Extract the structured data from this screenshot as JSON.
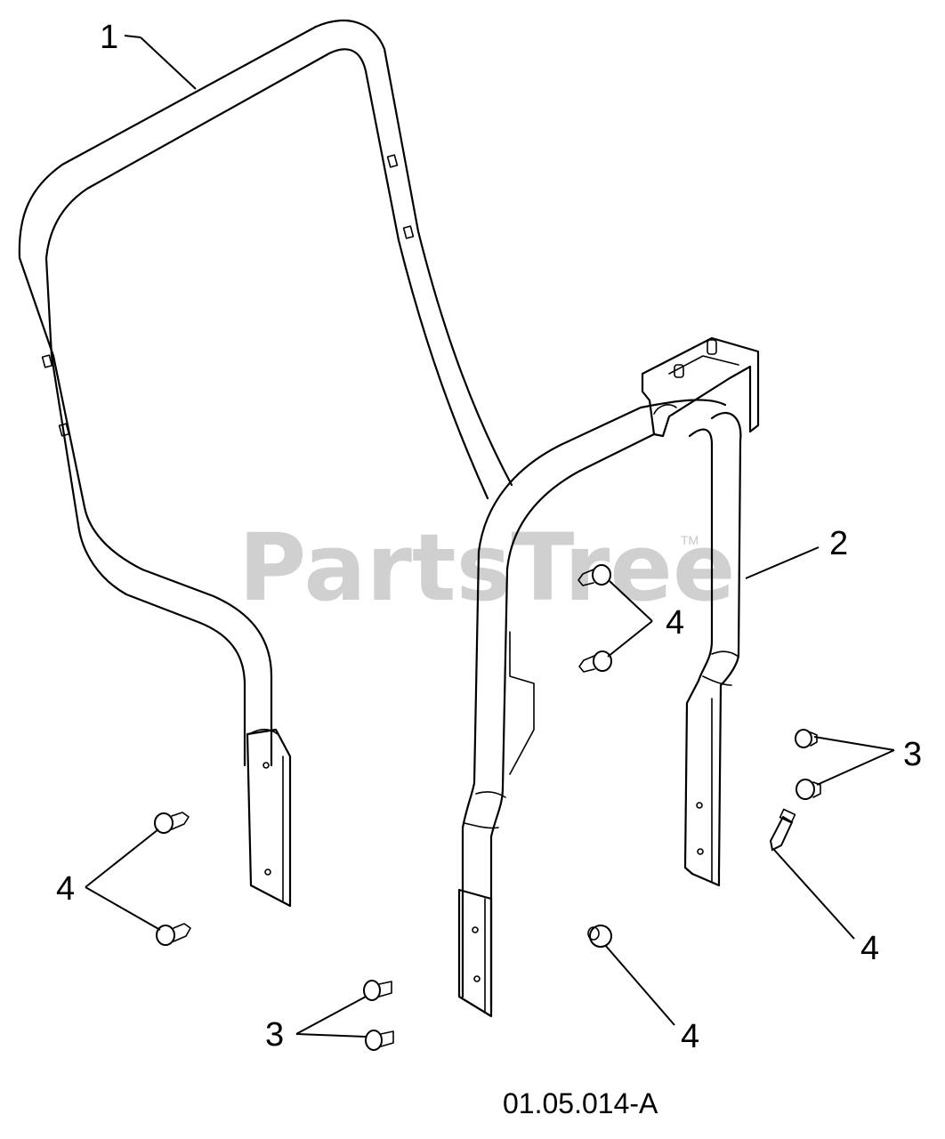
{
  "watermark": {
    "text": "PartsTree",
    "tm": "TM"
  },
  "figure_id": "01.05.014-A",
  "callouts": {
    "c1": "1",
    "c2": "2",
    "c3a": "3",
    "c3b": "3",
    "c4a": "4",
    "c4b": "4",
    "c4c": "4",
    "c4d": "4"
  }
}
